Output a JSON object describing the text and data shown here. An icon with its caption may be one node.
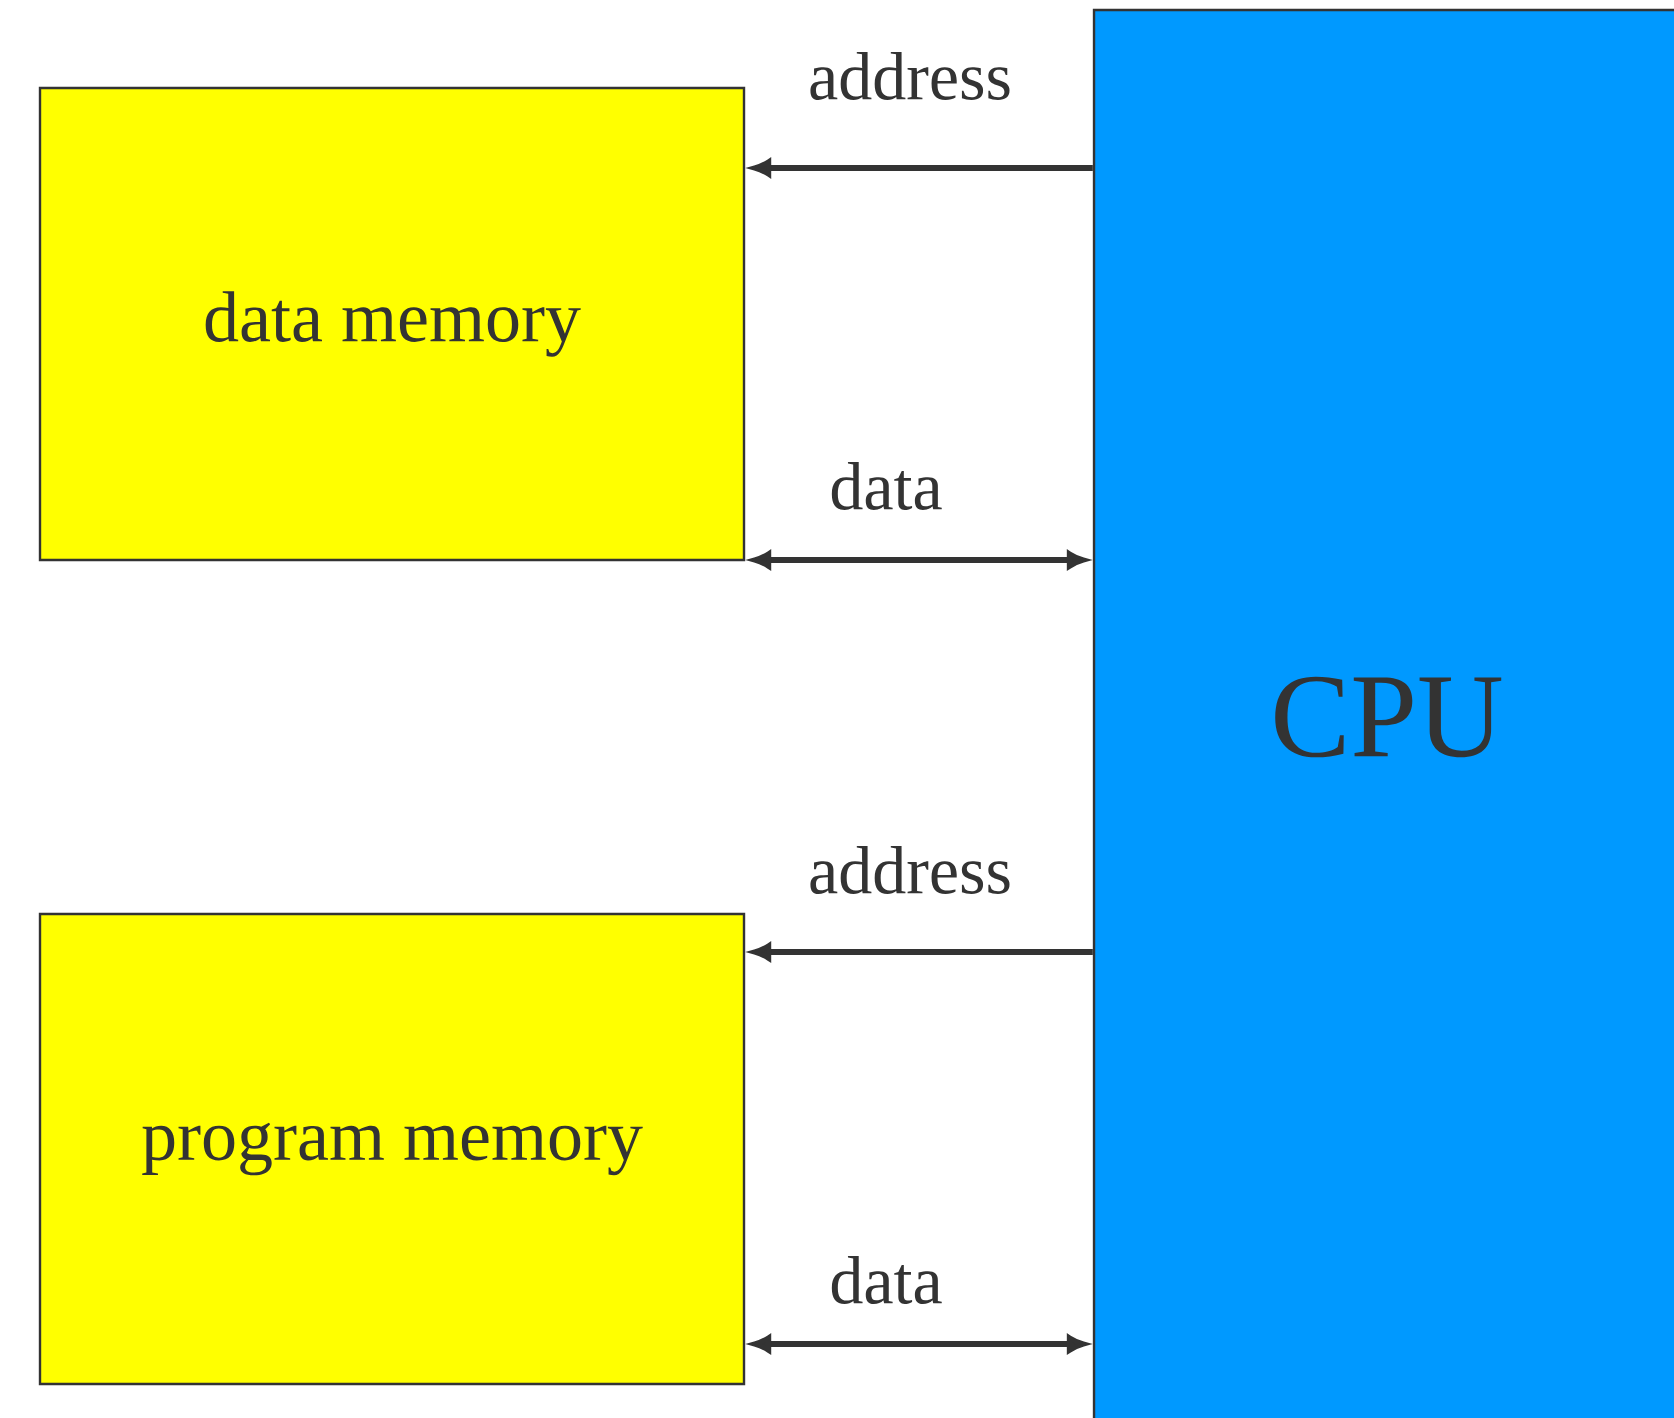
{
  "diagram": {
    "nodes": [
      {
        "text": [
          "data memory"
        ]
      },
      {
        "text": [
          "CPU"
        ]
      },
      {
        "text": [
          "program memory"
        ]
      }
    ],
    "edges": [
      {
        "from": 1,
        "to": 0,
        "arrow": "to",
        "label": "address"
      },
      {
        "from": 1,
        "to": 0,
        "arrow": "both",
        "label": "data"
      },
      {
        "from": 1,
        "to": 2,
        "arrow": "to",
        "label": "address"
      },
      {
        "from": 1,
        "to": 2,
        "arrow": "both",
        "label": "data"
      }
    ]
  }
}
